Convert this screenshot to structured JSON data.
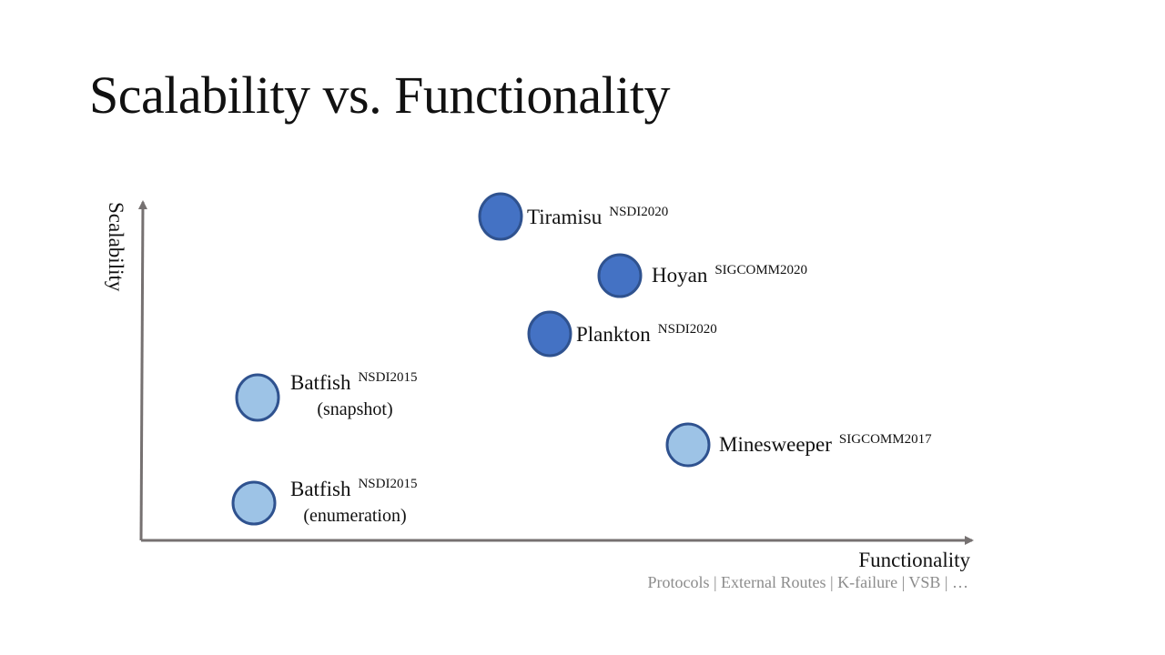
{
  "title": "Scalability vs. Functionality",
  "axes": {
    "y_label": "Scalability",
    "x_label": "Functionality",
    "x_features": "Protocols | External Routes | K-failure | VSB | …"
  },
  "colors": {
    "dark_node": "#4472c4",
    "light_node": "#9dc3e6",
    "node_stroke": "#2f528f",
    "axis": "#767171",
    "features_text": "#8c8c8c"
  },
  "systems": [
    {
      "name": "Tiramisu",
      "venue": "NSDI2020",
      "note": "",
      "style": "dark"
    },
    {
      "name": "Hoyan",
      "venue": "SIGCOMM2020",
      "note": "",
      "style": "dark"
    },
    {
      "name": "Plankton",
      "venue": "NSDI2020",
      "note": "",
      "style": "dark"
    },
    {
      "name": "Batfish",
      "venue": "NSDI2015",
      "note": "(snapshot)",
      "style": "light"
    },
    {
      "name": "Minesweeper",
      "venue": "SIGCOMM2017",
      "note": "",
      "style": "light"
    },
    {
      "name": "Batfish",
      "venue": "NSDI2015",
      "note": "(enumeration)",
      "style": "light"
    }
  ]
}
